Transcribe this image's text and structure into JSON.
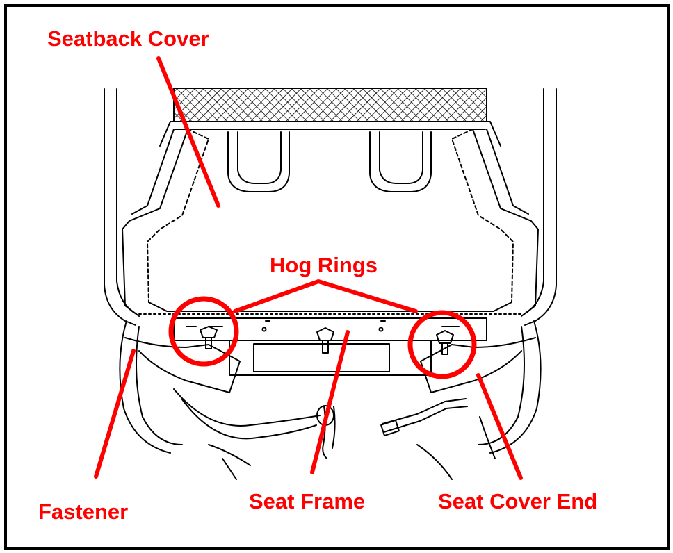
{
  "labels": {
    "seatback_cover": "Seatback Cover",
    "hog_rings": "Hog Rings",
    "fastener": "Fastener",
    "seat_frame": "Seat Frame",
    "seat_cover_end": "Seat Cover End"
  },
  "colors": {
    "callout": "#ff0000",
    "line_art": "#000000",
    "border": "#000000",
    "background": "#ffffff"
  }
}
